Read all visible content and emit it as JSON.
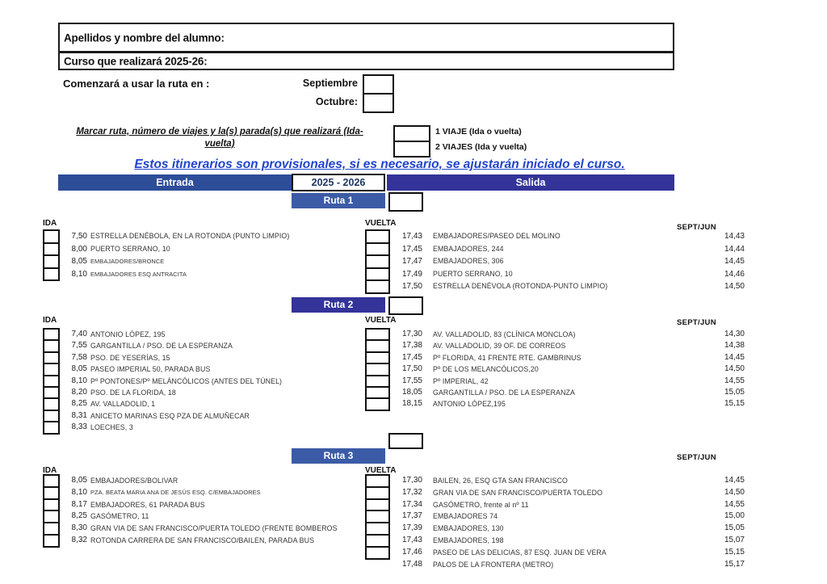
{
  "form": {
    "student_label": "Apellidos y nombre del alumno:",
    "course_label": "Curso que realizará 2025-26:",
    "start_label": "Comenzará a usar la ruta en :",
    "month_september": "Septiembre",
    "month_october": "Octubre:",
    "mark_instruction_line1": "Marcar ruta, número de viajes y la(s) parada(s) que realizará (Ida-",
    "mark_instruction_line2": "vuelta)",
    "trip_option_1": "1 VIAJE (Ida o vuelta)",
    "trip_option_2": "2 VIAJES (Ida y vuelta)",
    "notice": "Estos itinerarios son provisionales, si es necesario, se ajustarán iniciado el curso."
  },
  "header": {
    "entrada": "Entrada",
    "year": "2025 - 2026",
    "salida": "Salida"
  },
  "column_labels": {
    "ida": "IDA",
    "vuelta": "VUELTA",
    "septjun": "SEPT/JUN"
  },
  "colors": {
    "bar_entrada": "#2d4d99",
    "bar_salida": "#333399",
    "bar_ruta_light": "#3c5ba6",
    "bar_ruta_dark": "#333399",
    "notice_text": "#2244cc",
    "year_text": "#1f3864"
  },
  "routes": [
    {
      "name": "Ruta 1",
      "ida": [
        {
          "time": "7,50",
          "stop": "ESTRELLA DENÉBOLA, EN LA ROTONDA (PUNTO LIMPIO)"
        },
        {
          "time": "8,00",
          "stop": "PUERTO SERRANO, 10"
        },
        {
          "time": "8,05",
          "stop": "EMBAJADORES/BRONCE",
          "small": true
        },
        {
          "time": "8,10",
          "stop": "EMBAJADORES ESQ ANTRACITA",
          "small": true
        }
      ],
      "vuelta": [
        {
          "time": "17,43",
          "stop": "EMBAJADORES/PASEO DEL MOLINO",
          "septjun": "14,43"
        },
        {
          "time": "17,45",
          "stop": "EMBAJADORES, 244",
          "septjun": "14,44"
        },
        {
          "time": "17,47",
          "stop": "EMBAJADORES, 306",
          "septjun": "14,45"
        },
        {
          "time": "17,49",
          "stop": "PUERTO SERRANO, 10",
          "septjun": "14,46"
        },
        {
          "time": "17,50",
          "stop": "ESTRELLA DENÉVOLA (ROTONDA-PUNTO LIMPIO)",
          "septjun": "14,50"
        }
      ]
    },
    {
      "name": "Ruta 2",
      "ida": [
        {
          "time": "7,40",
          "stop": "ANTONIO LÓPEZ, 195"
        },
        {
          "time": "7,55",
          "stop": "GARGANTILLA / PSO. DE LA ESPERANZA"
        },
        {
          "time": "7,58",
          "stop": "PSO. DE YESERÍAS, 15"
        },
        {
          "time": "8,05",
          "stop": "PASEO IMPERIAL 50, PARADA BUS"
        },
        {
          "time": "8,10",
          "stop": "Pº PONTONES/Pº MELÁNCÓLICOS (ANTES DEL TÚNEL)"
        },
        {
          "time": "8,20",
          "stop": "PSO. DE LA FLORIDA, 18"
        },
        {
          "time": "8,25",
          "stop": "AV. VALLADOLID, 1"
        },
        {
          "time": "8,31",
          "stop": "ANICETO MARINAS ESQ PZA DE ALMUÑECAR"
        },
        {
          "time": "8,33",
          "stop": "LOECHES, 3"
        }
      ],
      "vuelta": [
        {
          "time": "17,30",
          "stop": "AV. VALLADOLID, 83 (CLÍNICA MONCLOA)",
          "septjun": "14,30"
        },
        {
          "time": "17,38",
          "stop": "AV. VALLADOLID, 39 OF. DE CORREOS",
          "septjun": "14,38"
        },
        {
          "time": "17,45",
          "stop": "Pº FLORIDA, 41 FRENTE RTE. GAMBRINUS",
          "septjun": "14,45"
        },
        {
          "time": "17,50",
          "stop": "Pº DE LOS MELANCÓLICOS,20",
          "septjun": "14,50"
        },
        {
          "time": "17,55",
          "stop": "Pº IMPERIAL, 42",
          "septjun": "14,55"
        },
        {
          "time": "18,05",
          "stop": "GARGANTILLA / PSO. DE LA ESPERANZA",
          "septjun": "15,05"
        },
        {
          "time": "18,15",
          "stop": "ANTONIO LÓPEZ,195",
          "septjun": "15,15"
        }
      ]
    },
    {
      "name": "Ruta 3",
      "ida": [
        {
          "time": "8,05",
          "stop": "EMBAJADORES/BOLIVAR"
        },
        {
          "time": "8,10",
          "stop": "PZA. BEATA MARIA ANA DE JESÚS ESQ. C/EMBAJADORES",
          "small": true
        },
        {
          "time": "8,17",
          "stop": "EMBAJADORES, 61 PARADA BUS"
        },
        {
          "time": "8,25",
          "stop": "GASÓMETRO, 11"
        },
        {
          "time": "8,30",
          "stop": "GRAN VIA DE SAN FRANCISCO/PUERTA TOLEDO (FRENTE BOMBEROS"
        },
        {
          "time": "8,32",
          "stop": "ROTONDA CARRERA DE SAN FRANCISCO/BAILEN, PARADA BUS"
        }
      ],
      "vuelta": [
        {
          "time": "17,30",
          "stop": "BAILEN, 26, ESQ GTA SAN FRANCISCO",
          "septjun": "14,45"
        },
        {
          "time": "17,32",
          "stop": "GRAN VIA DE SAN FRANCISCO/PUERTA TOLEDO",
          "septjun": "14,50"
        },
        {
          "time": "17,34",
          "stop": "GASÓMETRO,  frente al nº 11",
          "septjun": "14,55"
        },
        {
          "time": "17,37",
          "stop": "EMBAJADORES 74",
          "septjun": "15,00"
        },
        {
          "time": "17,39",
          "stop": "EMBAJADORES, 130",
          "septjun": "15,05"
        },
        {
          "time": "17,43",
          "stop": "EMBAJADORES, 198",
          "septjun": "15,07"
        },
        {
          "time": "17,46",
          "stop": "PASEO DE LAS DELICIAS, 87 ESQ. JUAN DE VERA",
          "septjun": "15,15"
        },
        {
          "time": "17,48",
          "stop": "PALOS DE LA FRONTERA (METRO)",
          "septjun": "15,17",
          "checkbox": false
        }
      ]
    }
  ]
}
